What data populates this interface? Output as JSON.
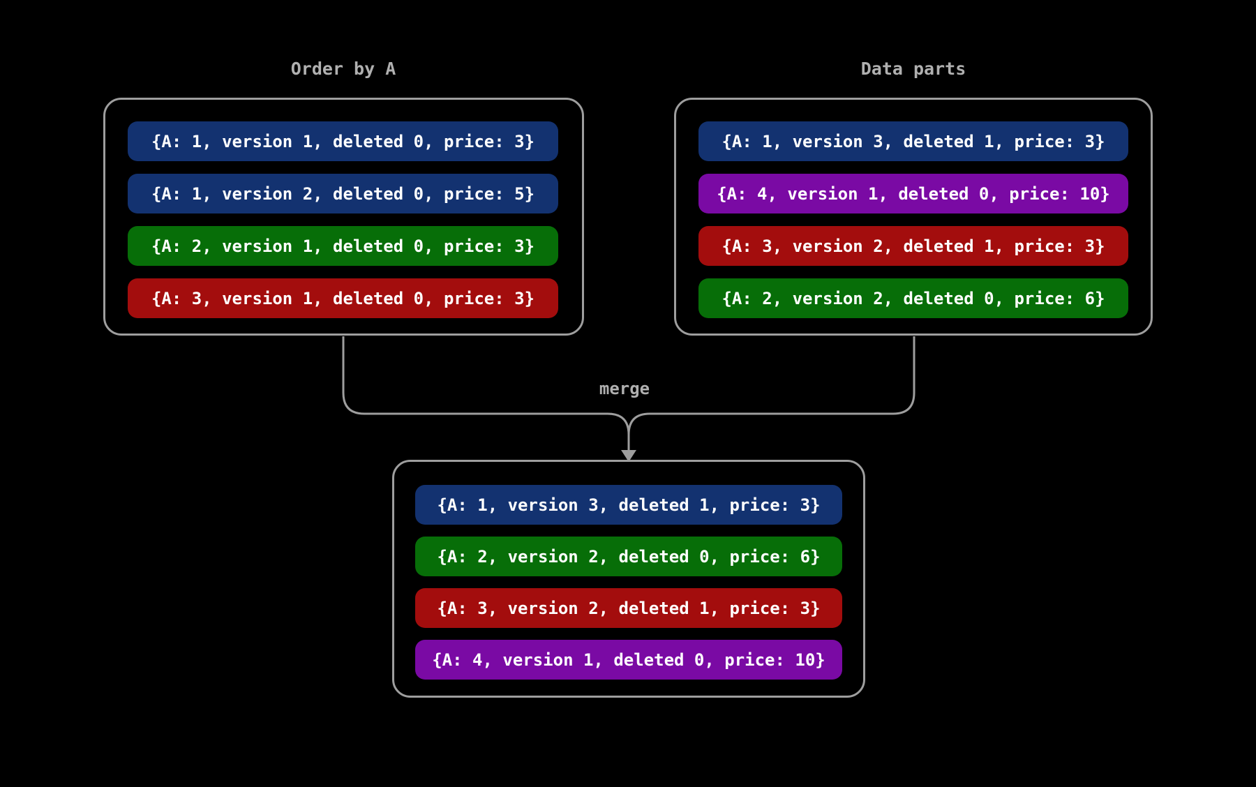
{
  "canvas": {
    "background": "#000000",
    "line_color": "#9e9e9e",
    "title_color": "#b0b0b0",
    "row_text_color": "#ffffff"
  },
  "colors": {
    "blue": "#133270",
    "green": "#076e08",
    "red": "#a30d0d",
    "purple": "#7a0aa4"
  },
  "merge_label": "merge",
  "groups": [
    {
      "title": "Order by A",
      "rows": [
        {
          "text": "{A: 1, version 1, deleted 0, price: 3}",
          "color": "blue"
        },
        {
          "text": "{A: 1, version 2, deleted 0, price: 5}",
          "color": "blue"
        },
        {
          "text": "{A: 2, version 1, deleted 0, price: 3}",
          "color": "green"
        },
        {
          "text": "{A: 3, version 1, deleted 0, price: 3}",
          "color": "red"
        }
      ]
    },
    {
      "title": "Data parts",
      "rows": [
        {
          "text": "{A: 1, version 3, deleted 1, price: 3}",
          "color": "blue"
        },
        {
          "text": "{A: 4, version 1, deleted 0, price: 10}",
          "color": "purple"
        },
        {
          "text": "{A: 3, version 2, deleted 1, price: 3}",
          "color": "red"
        },
        {
          "text": "{A: 2, version 2, deleted 0, price: 6}",
          "color": "green"
        }
      ]
    },
    {
      "title": "",
      "rows": [
        {
          "text": "{A: 1, version 3, deleted 1, price: 3}",
          "color": "blue"
        },
        {
          "text": "{A: 2, version 2, deleted 0, price: 6}",
          "color": "green"
        },
        {
          "text": "{A: 3, version 2, deleted 1, price: 3}",
          "color": "red"
        },
        {
          "text": "{A: 4, version 1, deleted 0, price: 10}",
          "color": "purple"
        }
      ]
    }
  ]
}
